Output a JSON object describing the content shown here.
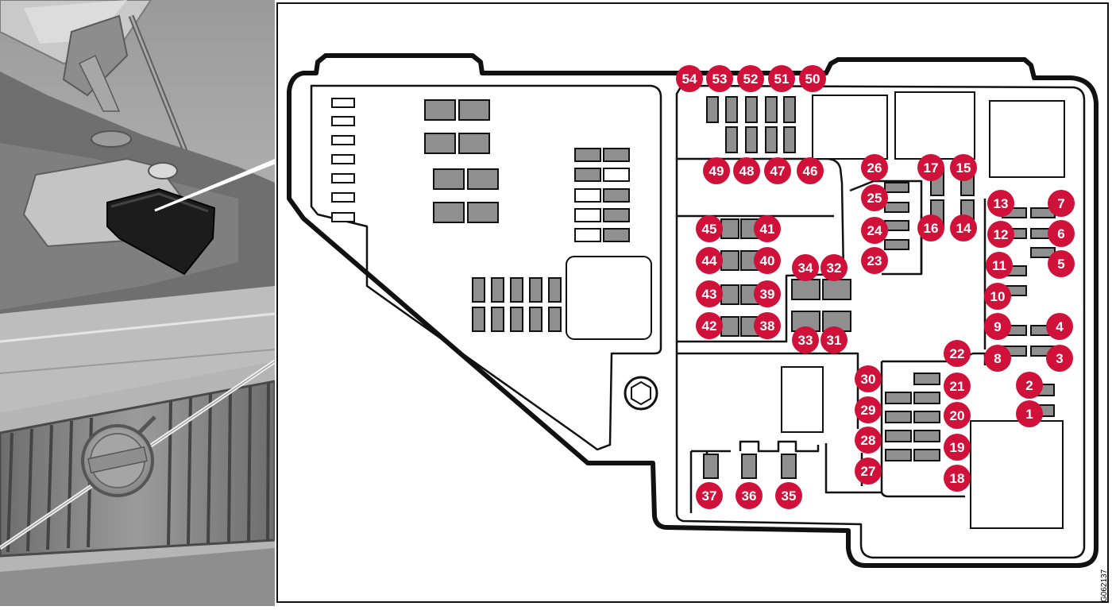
{
  "figure": {
    "reference_code": "G062137"
  },
  "colors": {
    "marker_fill": "#d0123b",
    "fuse_fill": "#8f8f8f",
    "outline": "#111111"
  },
  "fuse_positions": [
    "1",
    "2",
    "3",
    "4",
    "5",
    "6",
    "7",
    "8",
    "9",
    "10",
    "11",
    "12",
    "13",
    "14",
    "15",
    "16",
    "17",
    "18",
    "19",
    "20",
    "21",
    "22",
    "23",
    "24",
    "25",
    "26",
    "27",
    "28",
    "29",
    "30",
    "31",
    "32",
    "33",
    "34",
    "35",
    "36",
    "37",
    "38",
    "39",
    "40",
    "41",
    "42",
    "43",
    "44",
    "45",
    "46",
    "47",
    "48",
    "49",
    "50",
    "51",
    "52",
    "53",
    "54"
  ]
}
